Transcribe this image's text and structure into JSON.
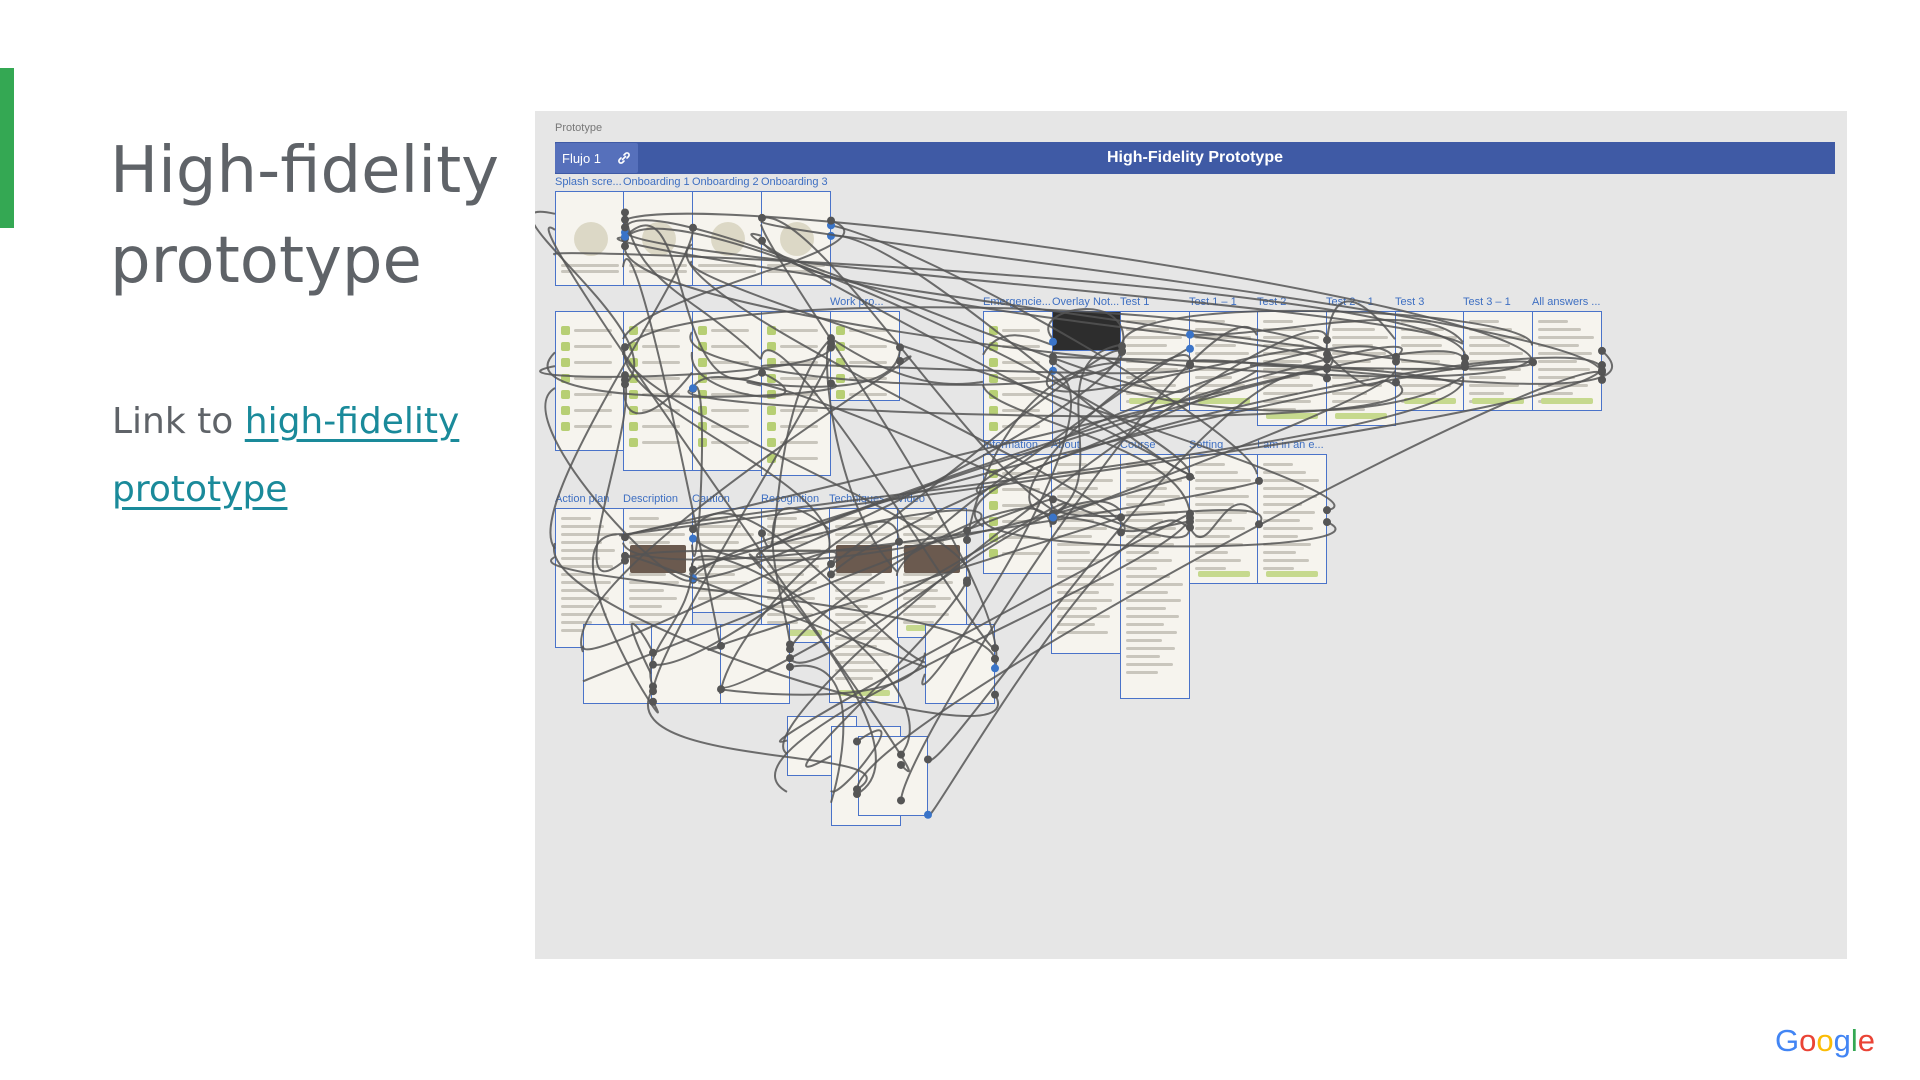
{
  "slide": {
    "title": "High-fidelity prototype",
    "link_prefix": "Link to ",
    "link_text": "high-fidelity prototype"
  },
  "canvas": {
    "label": "Prototype",
    "header_title": "High-Fidelity Prototype",
    "flow_chip": "Flujo 1",
    "frames": [
      "Splash scre...",
      "Onboarding 1",
      "Onboarding 2",
      "Onboarding 3",
      "Emergencie...",
      "Overlay Not...",
      "Test 1",
      "Test 1 – 1",
      "Test 2",
      "Test 2 – 1",
      "Test 3",
      "Test 3 – 1",
      "All answers ...",
      "Work pro...",
      "Information",
      "About",
      "Course",
      "Setting",
      "I am in an e...",
      "Action plan",
      "Description",
      "Caution",
      "Recognition",
      "Techniques",
      "Video"
    ]
  },
  "colors": {
    "accent": "#34a853",
    "link": "#1a8a9a",
    "header": "#3f5aa5",
    "wire": "#555555",
    "frame_border": "#4a73c9"
  },
  "logo": {
    "name": "google-logo"
  }
}
